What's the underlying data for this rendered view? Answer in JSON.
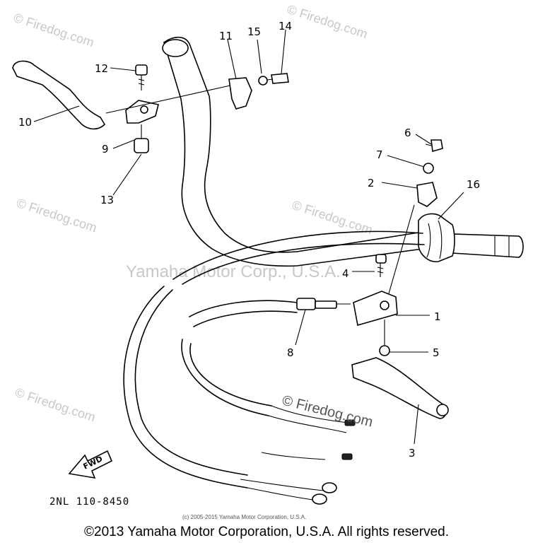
{
  "watermarks": {
    "site": "© Firedog.com",
    "center": "Yamaha Motor Corp., U.S.A.",
    "center_logo": "© Firedog.com"
  },
  "callouts": [
    "1",
    "2",
    "3",
    "4",
    "5",
    "6",
    "7",
    "8",
    "9",
    "10",
    "11",
    "12",
    "13",
    "14",
    "15",
    "16"
  ],
  "part_code": "2NL 110-8450",
  "fwd_label": "FWD",
  "small_copyright": "(c) 2005-2015 Yamaha Motor Corporation, U.S.A.",
  "footer": "©2013 Yamaha Motor Corporation, U.S.A. All rights reserved."
}
